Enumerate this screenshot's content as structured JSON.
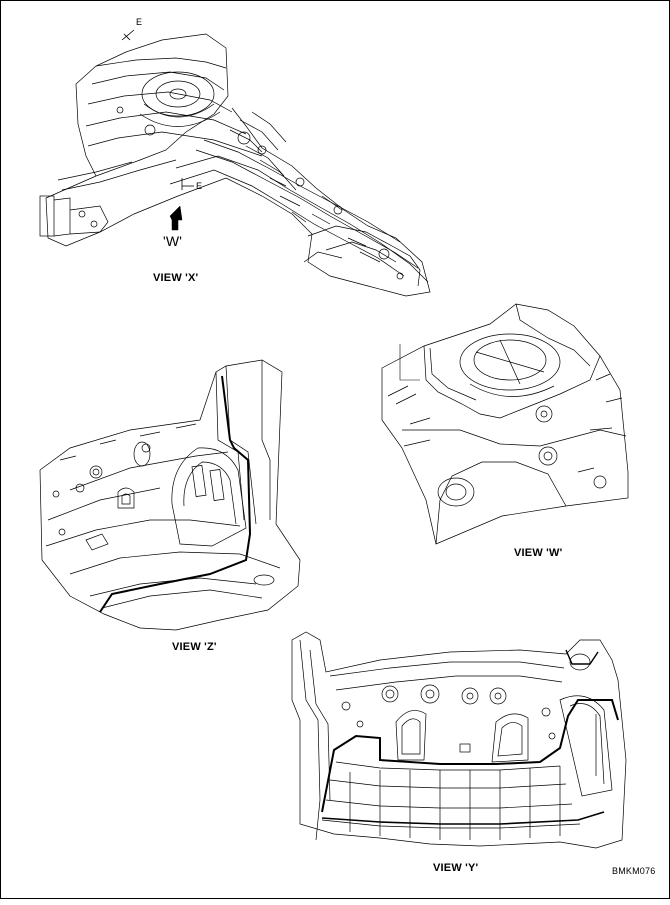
{
  "views": {
    "x": {
      "label": "VIEW 'X'"
    },
    "w": {
      "label": "VIEW 'W'"
    },
    "z": {
      "label": "VIEW 'Z'"
    },
    "y": {
      "label": "VIEW 'Y'"
    }
  },
  "markers": {
    "section_e_top": "E",
    "section_e_mid": "E",
    "view_w_arrow": "'W'"
  },
  "figure_code": "BMKM076",
  "colors": {
    "line": "#000000",
    "background": "#ffffff"
  }
}
